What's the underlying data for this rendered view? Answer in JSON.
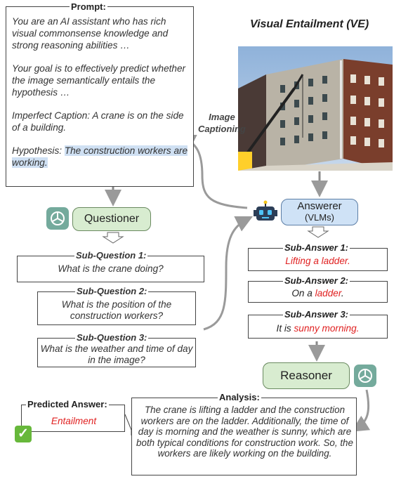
{
  "prompt": {
    "label": "Prompt:",
    "para1": "You are an AI assistant who has rich visual commonsense knowledge and strong reasoning abilities …",
    "para2": "Your goal is to effectively predict whether the image semantically entails the hypothesis …",
    "caption_prefix": "Imperfect Caption:",
    "caption_text": " A crane is on the side of a building.",
    "hypothesis_prefix": "Hypothesis:",
    "hypothesis_text": "The construction workers are working."
  },
  "header": {
    "title": "Visual Entailment (VE)"
  },
  "image_captioning_label": {
    "line1": "Image",
    "line2": "Captioning"
  },
  "questioner": {
    "label": "Questioner",
    "icon": "chatgpt-logo-icon"
  },
  "answerer": {
    "label": "Answerer",
    "sub": "(VLMs)",
    "icon": "robot-icon"
  },
  "reasoner": {
    "label": "Reasoner",
    "icon": "chatgpt-logo-icon"
  },
  "sub_questions": [
    {
      "label": "Sub-Question 1:",
      "text": "What is the crane doing?"
    },
    {
      "label": "Sub-Question 2:",
      "text": "What is the position of the construction workers?"
    },
    {
      "label": "Sub-Question 3:",
      "text": "What is the weather and time of day in the image?"
    }
  ],
  "sub_answers": [
    {
      "label": "Sub-Answer 1:",
      "pre": "",
      "hl": "Lifting a ladder",
      "post": "."
    },
    {
      "label": "Sub-Answer 2:",
      "pre": "On a ",
      "hl": "ladder",
      "post": "."
    },
    {
      "label": "Sub-Answer 3:",
      "pre": "It is ",
      "hl": "sunny morning",
      "post": "."
    }
  ],
  "analysis": {
    "label": "Analysis:",
    "text": "The crane is lifting a ladder and the construction workers are on the ladder. Additionally, the time of day is morning and the weather is sunny, which are both typical conditions for construction work. So, the workers are likely working on the building."
  },
  "predicted": {
    "label": "Predicted Answer:",
    "value": "Entailment",
    "icon": "check-mark-icon"
  },
  "colors": {
    "answer_red": "#e02020",
    "highlight": "#cfe0f3",
    "green_box": "#d8ecd0",
    "blue_box": "#cfe2f6",
    "arrow": "#9a9a9a"
  }
}
